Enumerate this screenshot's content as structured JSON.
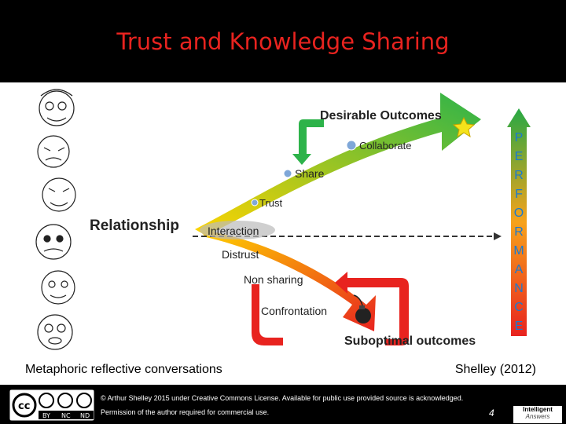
{
  "slide": {
    "title": "Trust and Knowledge Sharing",
    "caption_left": "Metaphoric reflective conversations",
    "caption_right": "Shelley (2012)",
    "slide_number": "4"
  },
  "diagram": {
    "labels": {
      "desirable_outcomes": "Desirable Outcomes",
      "collaborate": "Collaborate",
      "share": "Share",
      "trust": "Trust",
      "relationship": "Relationship",
      "interaction": "Interaction",
      "distrust": "Distrust",
      "non_sharing": "Non sharing",
      "confrontation": "Confrontation",
      "suboptimal_outcomes": "Suboptimal outcomes"
    },
    "performance_letters": [
      "P",
      "E",
      "R",
      "F",
      "O",
      "R",
      "M",
      "A",
      "N",
      "C",
      "E"
    ],
    "colors": {
      "title": "#e8231f",
      "arrow_up_start": "#ffd400",
      "arrow_up_end": "#2db34a",
      "arrow_down_start": "#ffd400",
      "arrow_down_end": "#e8231f",
      "performance_top": "#27a844",
      "performance_bottom": "#e8231f",
      "letters": "#1a7ad1"
    },
    "icons": [
      "faces-illustration",
      "star-icon",
      "bomb-icon"
    ]
  },
  "footer": {
    "license_line1": "© Arthur Shelley 2015 under Creative Commons License.  Available for public use provided source is acknowledged.",
    "license_line2": "Permission of the author required for commercial use.",
    "cc_badge": {
      "cc": "cc",
      "by": "BY",
      "nc": "NC",
      "nd": "ND"
    },
    "logo_line1": "Intelligent",
    "logo_line2": "Answers"
  }
}
